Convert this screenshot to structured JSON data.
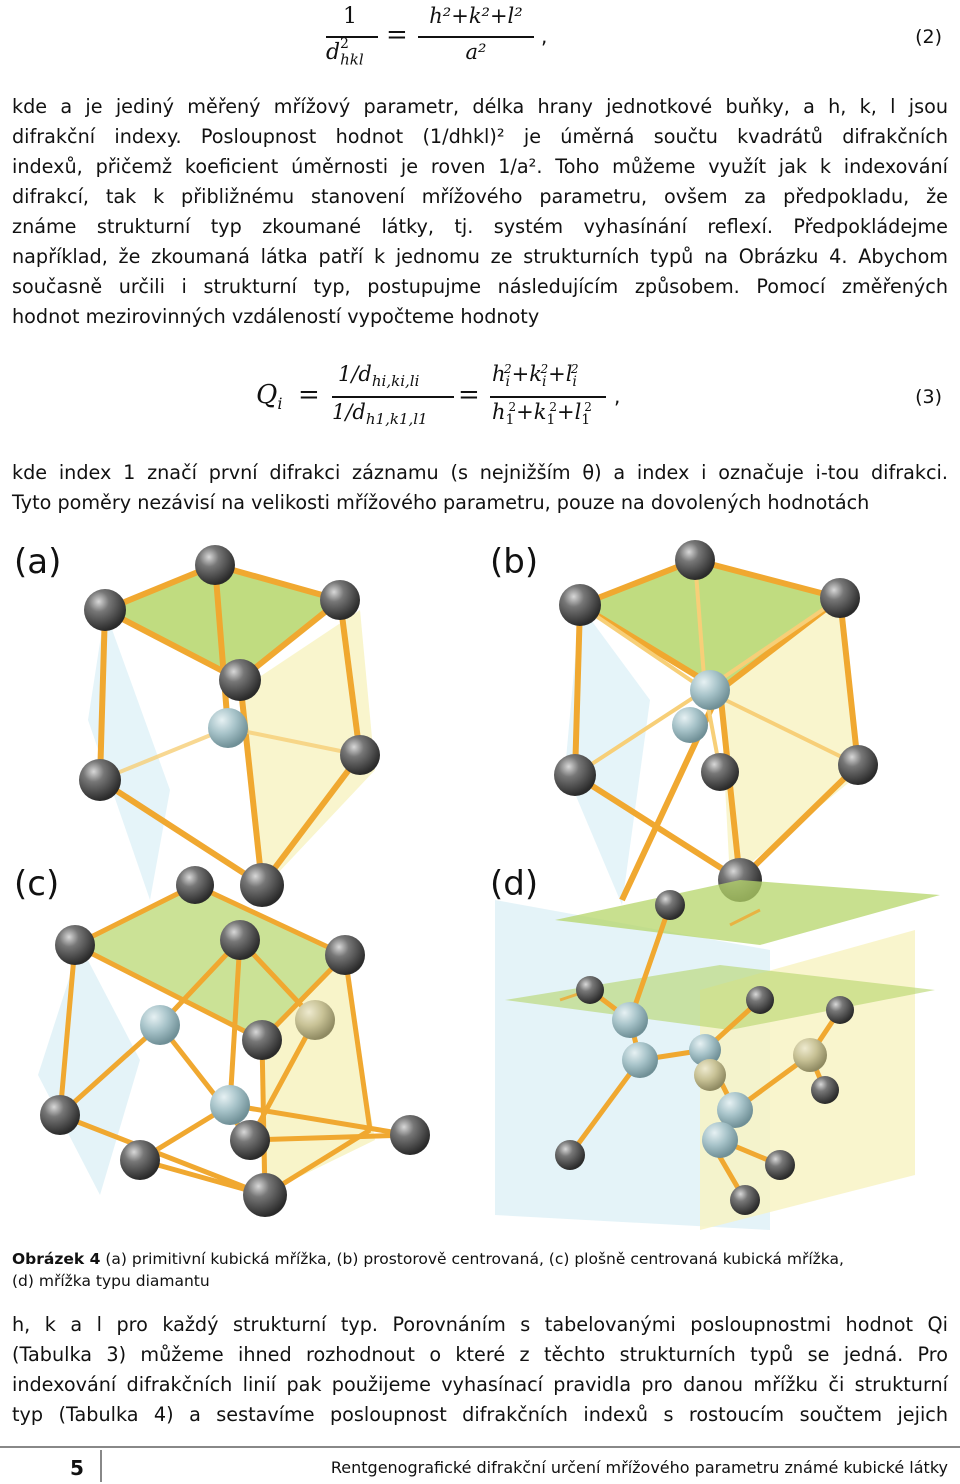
{
  "equations": {
    "eq2": {
      "lhs_num": "1",
      "lhs_den": "d",
      "lhs_den_sub": "hkl",
      "lhs_den_sup": "2",
      "rhs_num": "h²+k²+l²",
      "rhs_den": "a²",
      "trail": ",",
      "number": "(2)"
    },
    "eq3": {
      "q": "Q",
      "q_sub": "i",
      "mid_num": "1/d",
      "mid_num_sub": "hi,ki,li",
      "mid_den": "1/d",
      "mid_den_sub": "h1,k1,l1",
      "sup": "2",
      "rhs_num": "h",
      "rhs_den": "h",
      "trail": ",",
      "number": "(3)"
    }
  },
  "paragraph1": {
    "l1": "kde a je jediný měřený mřížový parametr, délka hrany jednotkové buňky, a h, k, l jsou",
    "l2": "difrakční indexy. Posloupnost hodnot (1/dhkl)² je úměrná součtu kvadrátů difrakčních",
    "l3": "indexů, přičemž koeficient úměrnosti je roven 1/a². Toho můžeme využít jak k indexování",
    "l4": "difrakcí, tak k přibližnému stanovení mřížového parametru, ovšem za předpokladu, že",
    "l5": "známe strukturní typ zkoumané látky, tj. systém vyhasínání reflexí. Předpokládejme",
    "l6": "například, že zkoumaná látka patří k jednomu ze strukturních typů na Obrázku 4. Abychom",
    "l7": "současně určili i strukturní typ, postupujme následujícím způsobem. Pomocí změřených",
    "l8": "hodnot mezirovinných vzdáleností vypočteme hodnoty"
  },
  "paragraph2": {
    "l1": "kde index 1 značí první difrakci záznamu (s nejnižším θ) a index i označuje i-tou difrakci.",
    "l2": "Tyto poměry nezávisí na velikosti mřížového parametru, pouze na dovolených hodnotách"
  },
  "figure": {
    "panel_a": "(a)",
    "panel_b": "(b)",
    "panel_c": "(c)",
    "panel_d": "(d)",
    "caption_bold": "Obrázek 4",
    "caption_text": " (a) primitivní kubická mřížka, (b) prostorově centrovaná, (c) plošně centrovaná kubická mřížka,",
    "caption_text2": "(d) mřížka typu diamantu"
  },
  "paragraph3": {
    "l1": "h, k a l pro každý strukturní typ. Porovnáním s tabelovanými posloupnostmi hodnot Qi",
    "l2": "(Tabulka 3) můžeme ihned rozhodnout o které z těchto strukturních typů se jedná. Pro",
    "l3": "indexování difrakčních linií pak použijeme vyhasínací pravidla pro danou mřížku či strukturní",
    "l4": "typ (Tabulka 4) a sestavíme posloupnost difrakčních indexů s rostoucím součtem jejich"
  },
  "footer": {
    "page_number": "5",
    "running_title": "Rentgenografické difrakční určení mřížového parametru známé kubické látky"
  },
  "colors": {
    "bond": "#f0a830",
    "atom": "#555555",
    "center_atom": "#9fbdc4",
    "green_plane": "#b5d66a",
    "blue_face": "#dff1f7",
    "yellow_face": "#f7f2c0"
  }
}
